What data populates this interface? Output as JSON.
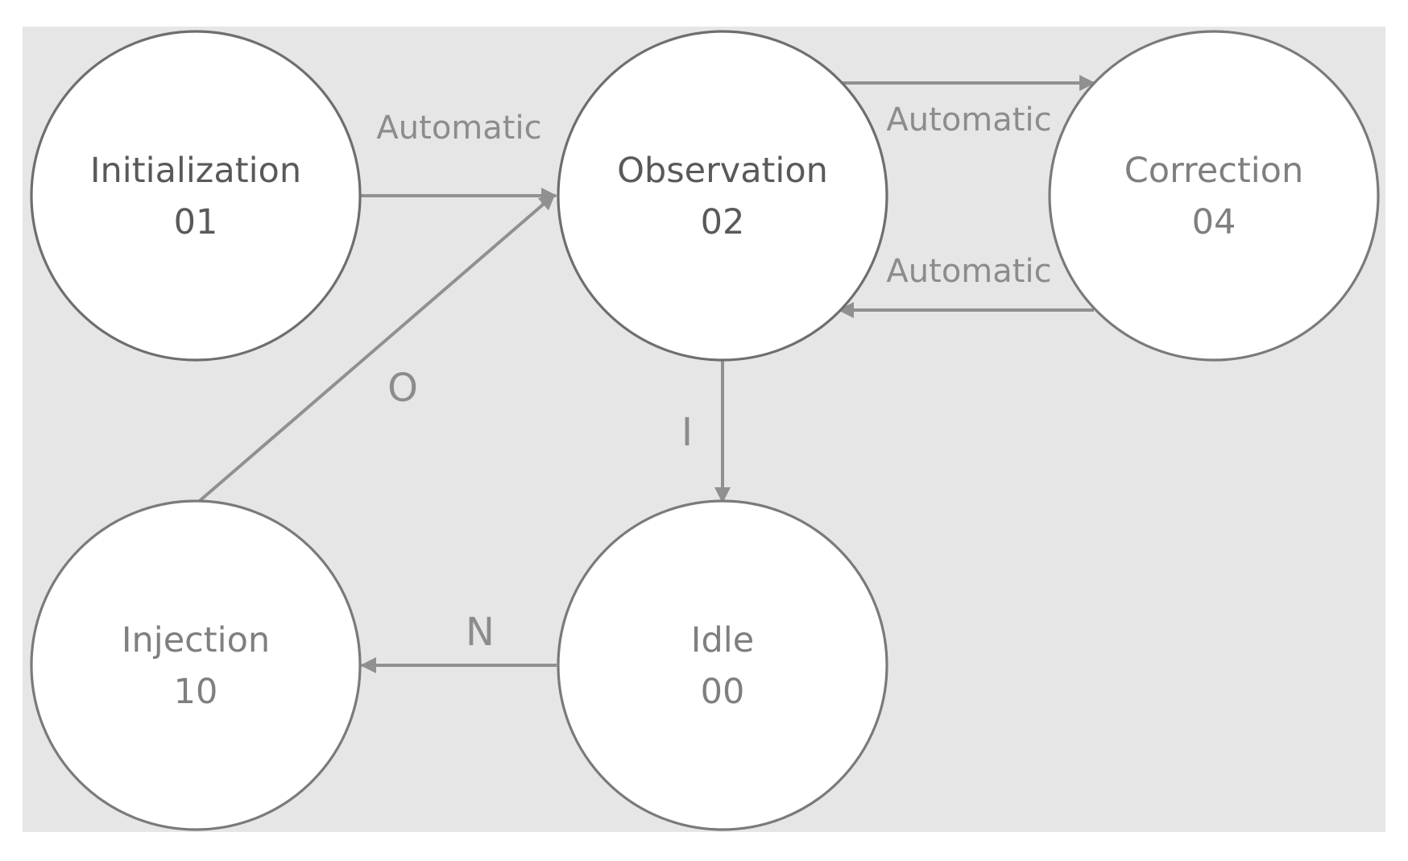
{
  "diagram": {
    "states": {
      "initialization": {
        "name": "Initialization",
        "code": "01"
      },
      "observation": {
        "name": "Observation",
        "code": "02"
      },
      "correction": {
        "name": "Correction",
        "code": "04"
      },
      "injection": {
        "name": "Injection",
        "code": "10"
      },
      "idle": {
        "name": "Idle",
        "code": "00"
      }
    },
    "transitions": {
      "init_to_observation": {
        "from": "initialization",
        "to": "observation",
        "label": "Automatic"
      },
      "observation_to_correction": {
        "from": "observation",
        "to": "correction",
        "label": "Automatic"
      },
      "correction_to_observation": {
        "from": "correction",
        "to": "observation",
        "label": "Automatic"
      },
      "injection_to_observation": {
        "from": "injection",
        "to": "observation",
        "label": "O"
      },
      "observation_to_idle": {
        "from": "observation",
        "to": "idle",
        "label": "I"
      },
      "idle_to_injection": {
        "from": "idle",
        "to": "injection",
        "label": "N"
      }
    },
    "colors": {
      "background": "#e6e6e6",
      "state_fill": "#ffffff",
      "edge": "#909090",
      "label": "#8c8c8c"
    }
  }
}
